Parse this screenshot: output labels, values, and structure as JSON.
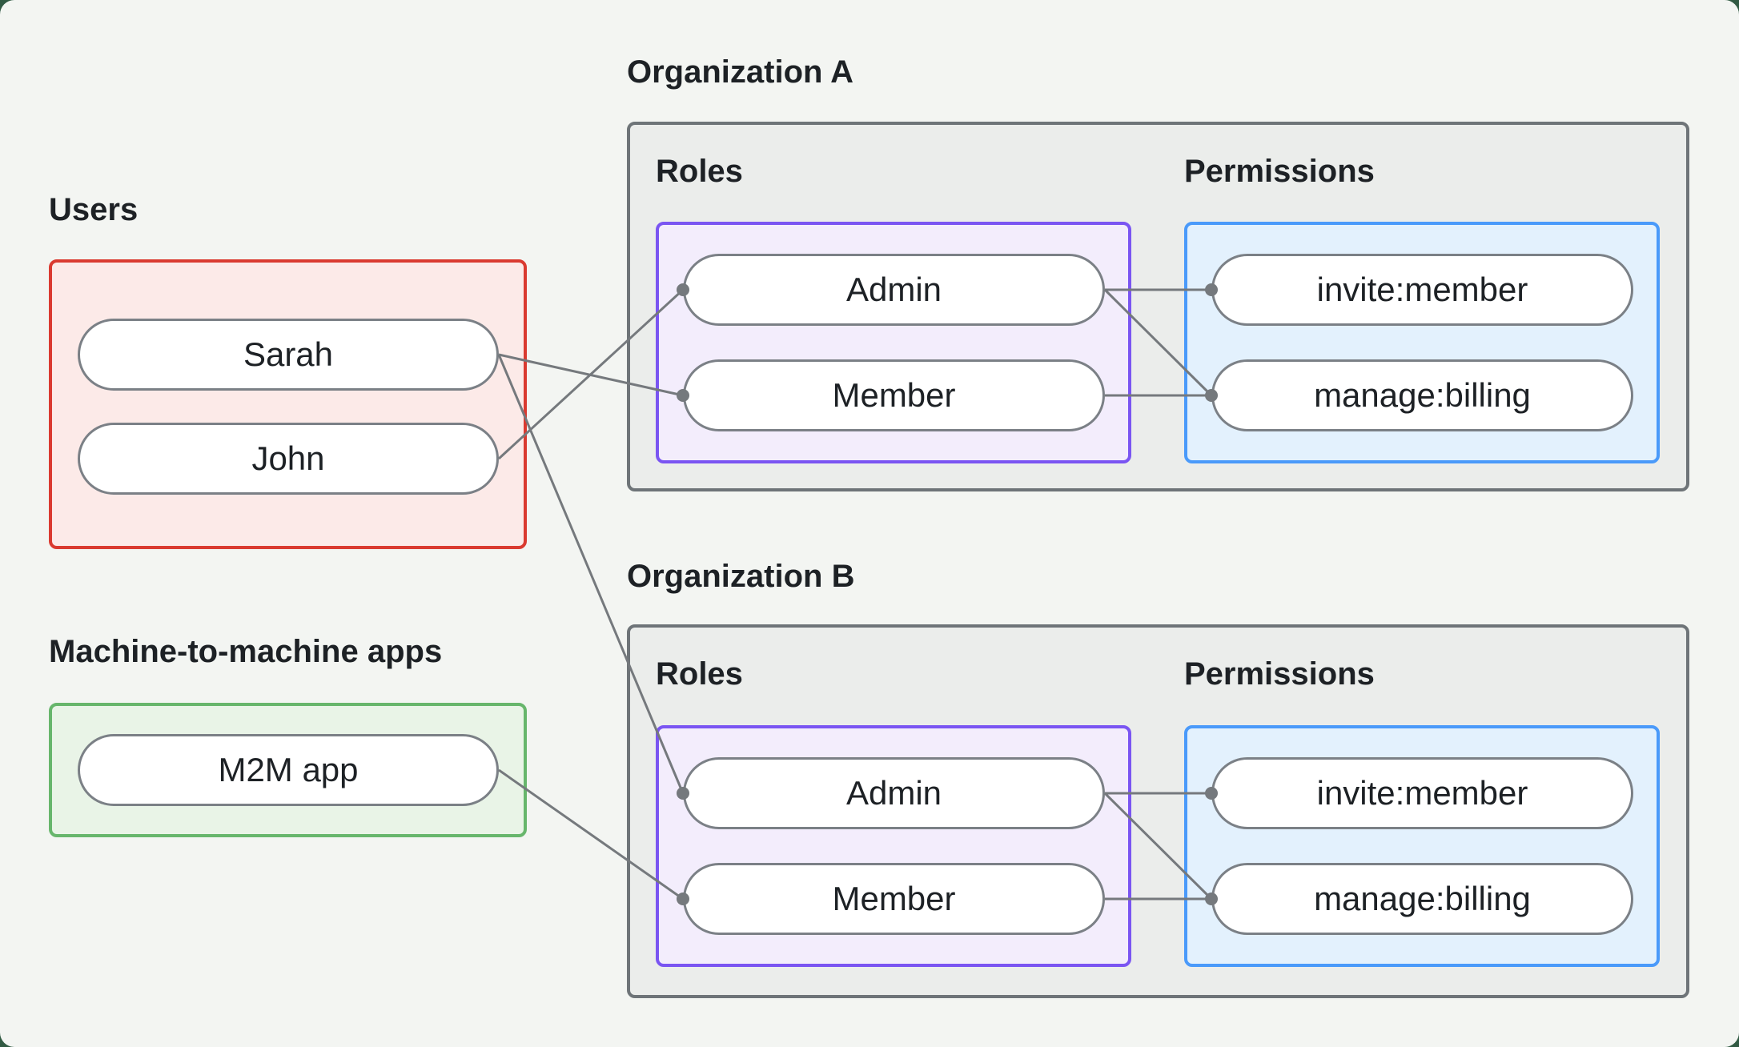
{
  "users": {
    "title": "Users",
    "items": [
      {
        "label": "Sarah"
      },
      {
        "label": "John"
      }
    ]
  },
  "m2m": {
    "title": "Machine-to-machine apps",
    "items": [
      {
        "label": "M2M app"
      }
    ]
  },
  "organizations": [
    {
      "title": "Organization A",
      "roles_label": "Roles",
      "permissions_label": "Permissions",
      "roles": [
        {
          "label": "Admin"
        },
        {
          "label": "Member"
        }
      ],
      "permissions": [
        {
          "label": "invite:member"
        },
        {
          "label": "manage:billing"
        }
      ]
    },
    {
      "title": "Organization B",
      "roles_label": "Roles",
      "permissions_label": "Permissions",
      "roles": [
        {
          "label": "Admin"
        },
        {
          "label": "Member"
        }
      ],
      "permissions": [
        {
          "label": "invite:member"
        },
        {
          "label": "manage:billing"
        }
      ]
    }
  ],
  "edges": [
    {
      "from": "Sarah",
      "to": "Organization A / Member"
    },
    {
      "from": "John",
      "to": "Organization A / Admin"
    },
    {
      "from": "Sarah",
      "to": "Organization B / Admin"
    },
    {
      "from": "M2M app",
      "to": "Organization B / Member"
    },
    {
      "from": "Organization A / Admin",
      "to": "Organization A / invite:member"
    },
    {
      "from": "Organization A / Admin",
      "to": "Organization A / manage:billing"
    },
    {
      "from": "Organization A / Member",
      "to": "Organization A / manage:billing"
    },
    {
      "from": "Organization B / Admin",
      "to": "Organization B / invite:member"
    },
    {
      "from": "Organization B / Admin",
      "to": "Organization B / manage:billing"
    },
    {
      "from": "Organization B / Member",
      "to": "Organization B / manage:billing"
    }
  ],
  "colors": {
    "canvas_background": "#f3f5f2",
    "outer_background": "#315a43",
    "users_border": "#da3a30",
    "users_fill": "#fceae8",
    "m2m_border": "#67b66c",
    "m2m_fill": "#e9f4e7",
    "org_border": "#6e7478",
    "org_fill": "#ebedeb",
    "roles_border": "#7a55f2",
    "roles_fill": "#f3edfc",
    "permissions_border": "#4a9afa",
    "permissions_fill": "#e3f1fd",
    "pill_border": "#7b8086",
    "connector": "#75797d",
    "text": "#1d2125"
  }
}
